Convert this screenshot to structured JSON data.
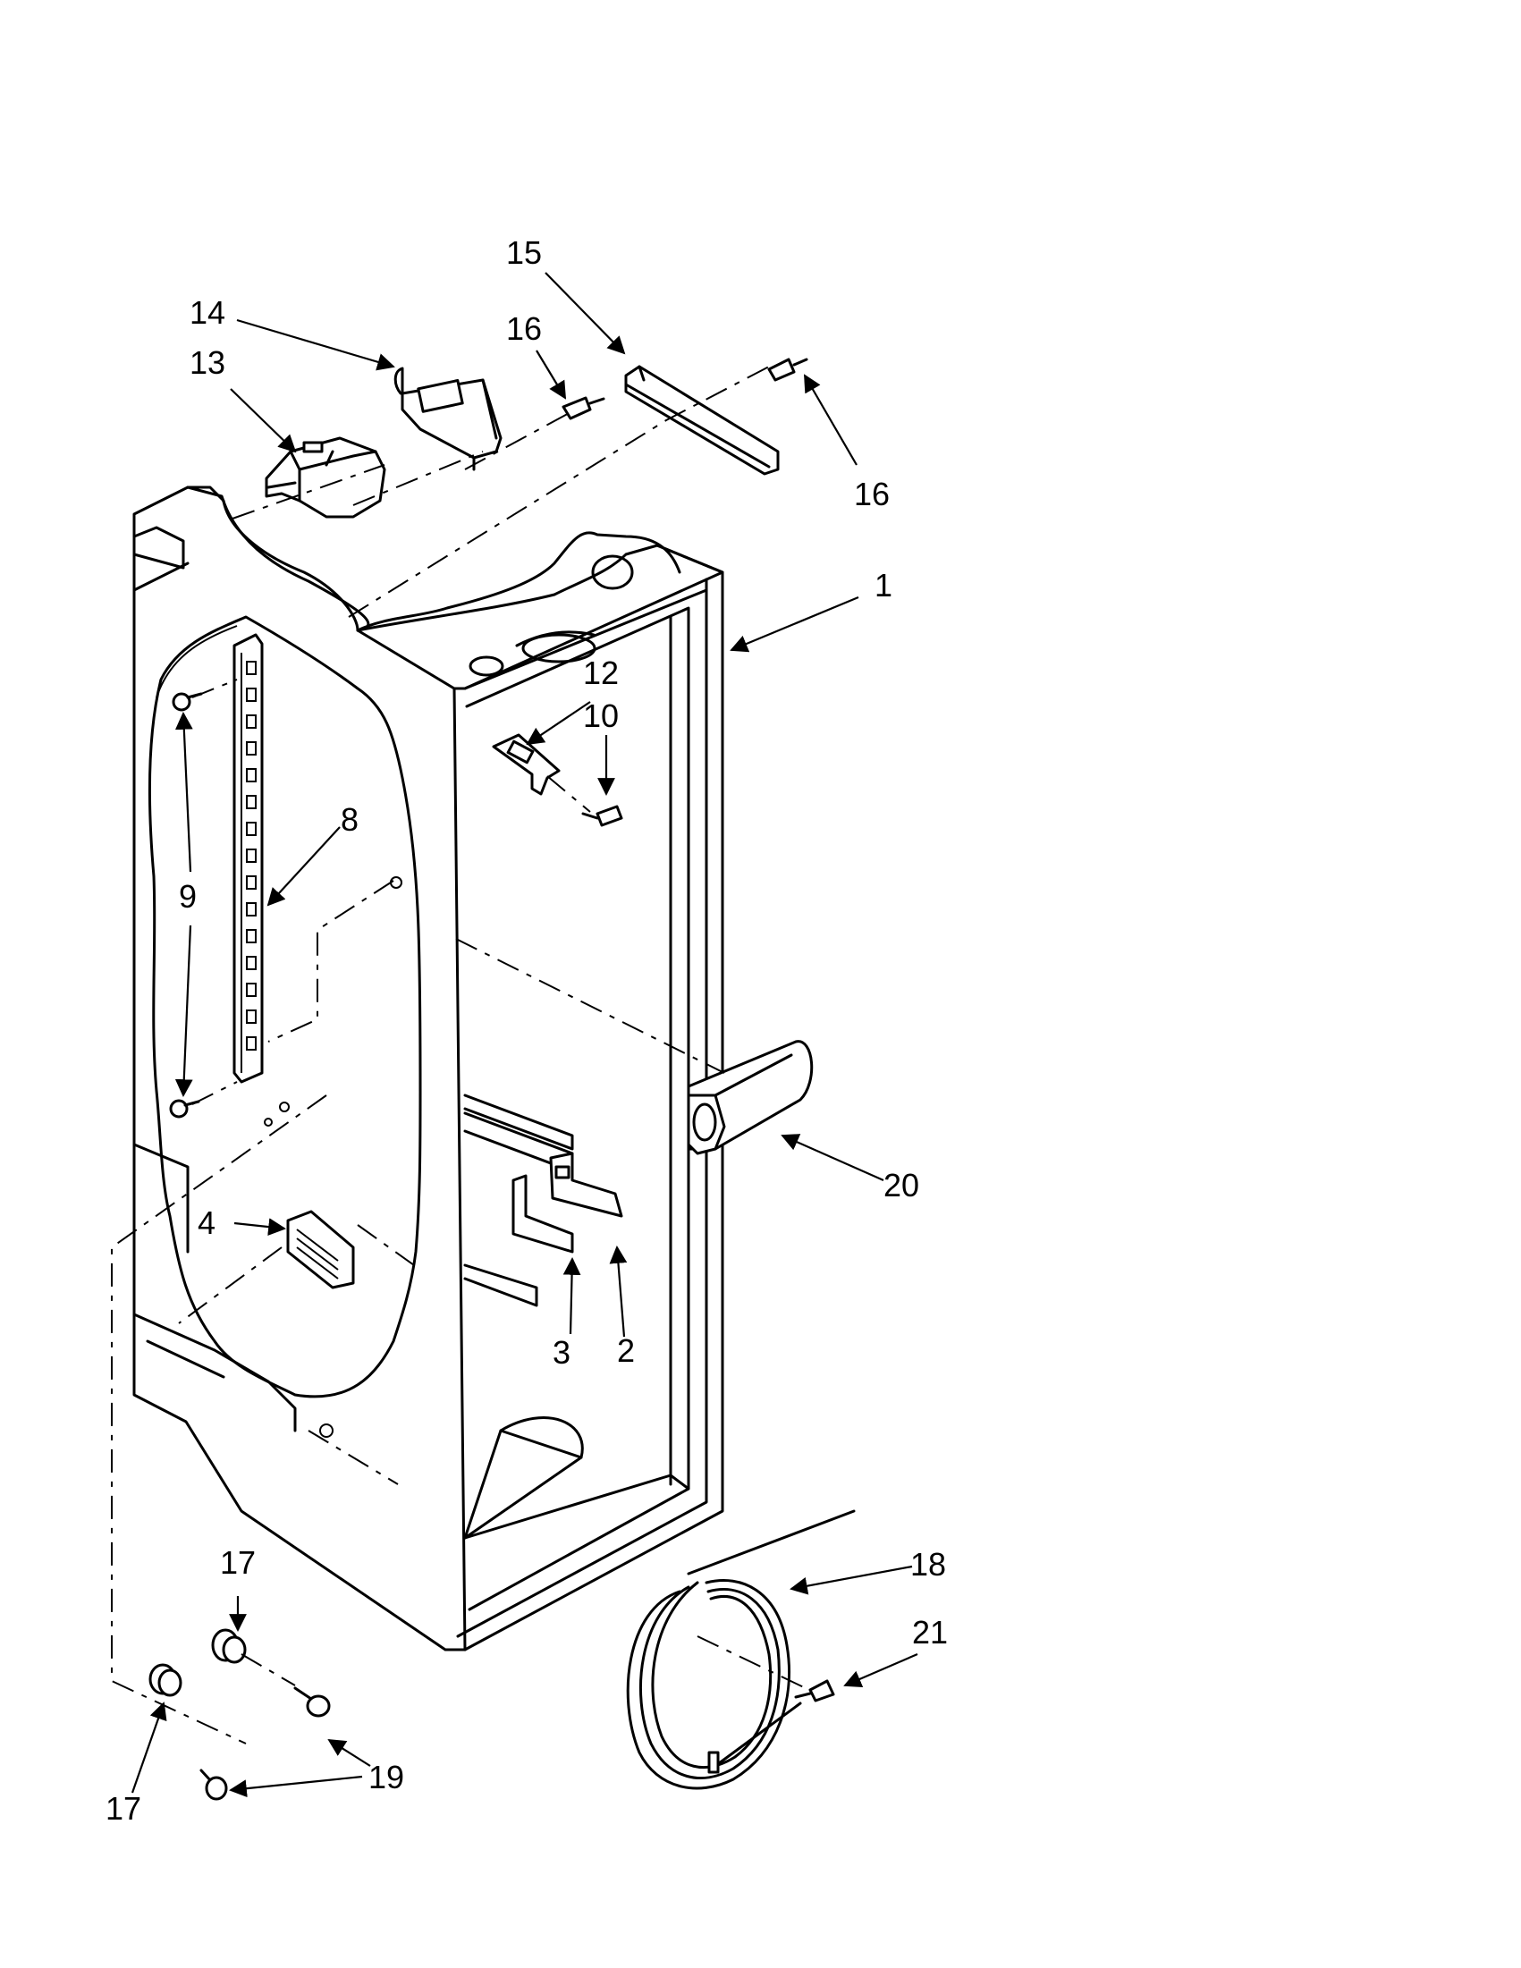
{
  "diagram": {
    "callouts": [
      "1",
      "2",
      "3",
      "4",
      "8",
      "9",
      "10",
      "12",
      "13",
      "14",
      "15",
      "16",
      "16",
      "17",
      "17",
      "18",
      "19",
      "19",
      "20",
      "21"
    ]
  }
}
